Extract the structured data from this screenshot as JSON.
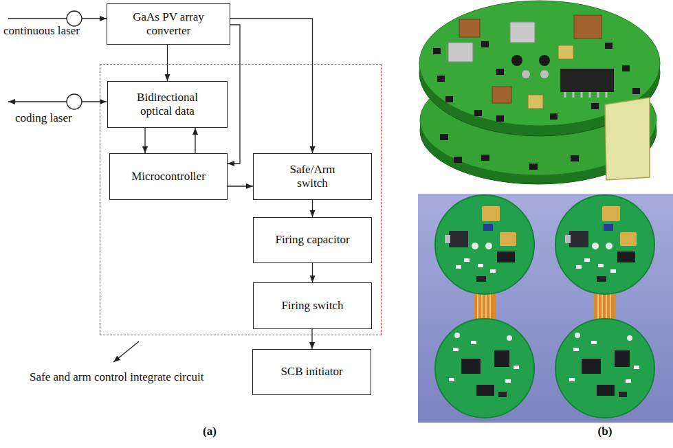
{
  "diagram": {
    "nodes": [
      {
        "text": [
          "GaAs PV array converter"
        ]
      },
      {
        "text": [
          "Safe and arm control integrate circuit"
        ]
      },
      {
        "text": [
          "Bidirectional optical data"
        ],
        "in": 1
      },
      {
        "text": [
          "Microcontroller"
        ],
        "in": 1
      },
      {
        "text": [
          "Safe/Arm switch"
        ],
        "in": 1
      },
      {
        "text": [
          "Firing capacitor"
        ],
        "in": 1
      },
      {
        "text": [
          "Firing switch"
        ],
        "in": 1
      },
      {
        "text": [
          "SCB initiator"
        ]
      }
    ],
    "edges": [
      {
        "from": 0,
        "to": 2,
        "arrow": "to"
      },
      {
        "from": 0,
        "to": 4,
        "arrow": "to"
      },
      {
        "from": 0,
        "to": 3,
        "arrow": "to"
      },
      {
        "from": 2,
        "to": 3,
        "arrow": "to"
      },
      {
        "from": 3,
        "to": 2,
        "arrow": "to"
      },
      {
        "from": 3,
        "to": 4,
        "arrow": "to"
      },
      {
        "from": 4,
        "to": 5,
        "arrow": "to"
      },
      {
        "from": 5,
        "to": 6,
        "arrow": "to"
      },
      {
        "from": 6,
        "to": 7,
        "arrow": "to"
      }
    ],
    "labels": [
      "continuous laser",
      "coding laser",
      "(a)",
      "(b)"
    ]
  }
}
